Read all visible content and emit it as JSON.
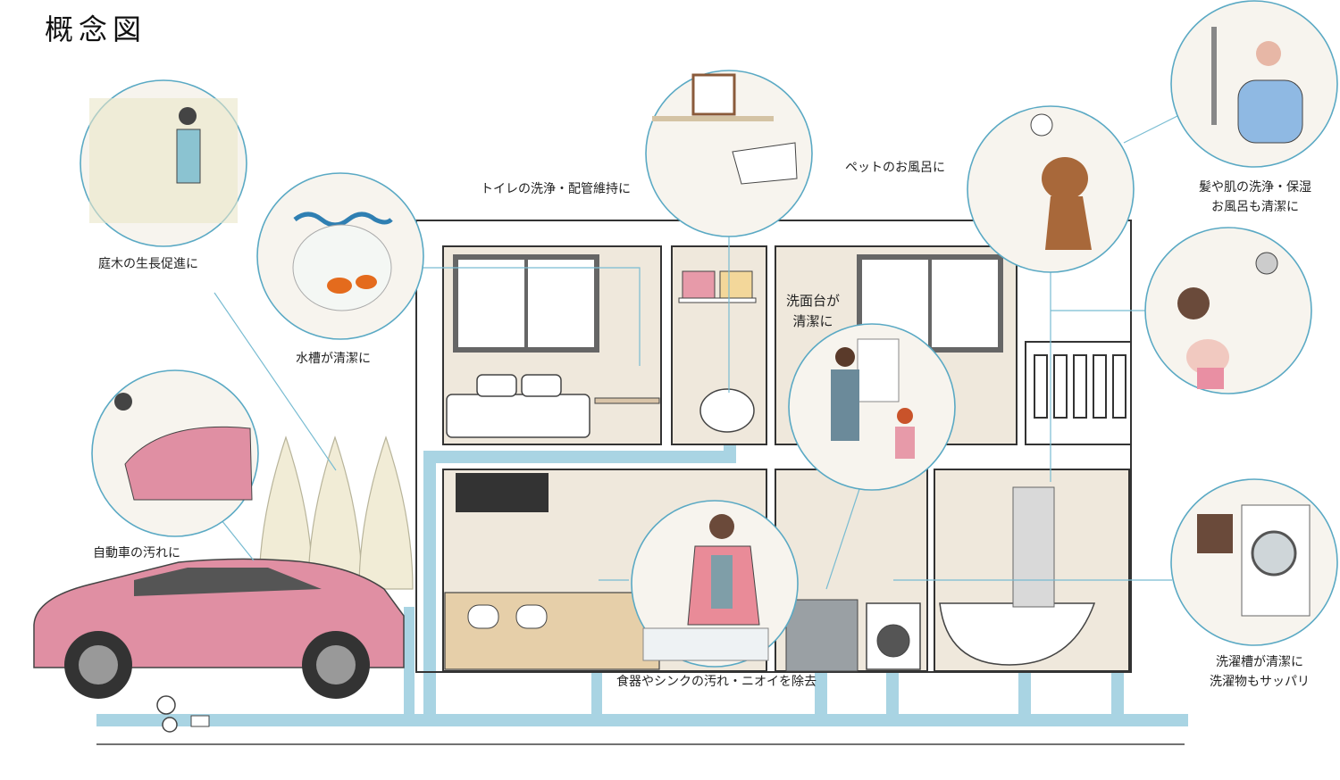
{
  "title": "概念図",
  "labels": {
    "garden": "庭木の生長促進に",
    "aquarium": "水槽が清潔に",
    "car": "自動車の汚れに",
    "toilet": "トイレの洗浄・配管維持に",
    "pet": "ペットのお風呂に",
    "hair_line1": "髪や肌の洗浄・保湿",
    "hair_line2": "お風呂も清潔に",
    "washbasin_line1": "洗面台が",
    "washbasin_line2": "清潔に",
    "dishes": "食器やシンクの汚れ・ニオイを除去",
    "laundry_line1": "洗濯槽が清潔に",
    "laundry_line2": "洗濯物もサッパリ"
  },
  "colors": {
    "pipe": "#a9d4e3",
    "connector": "#79bcd2",
    "car": "#e08fa3",
    "wall": "#efe8dc"
  }
}
